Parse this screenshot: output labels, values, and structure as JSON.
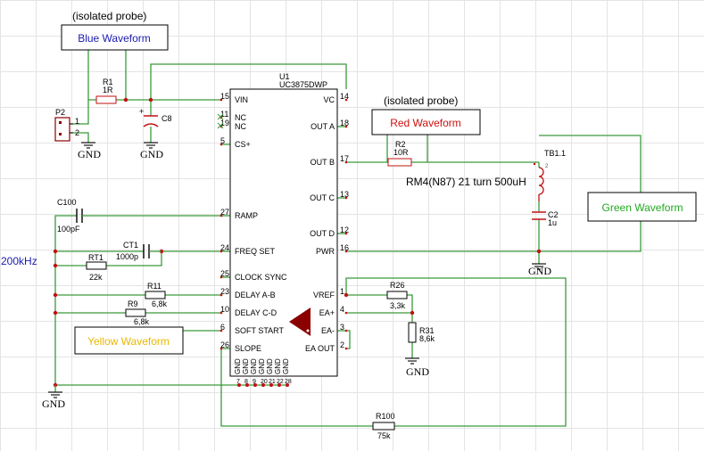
{
  "annotations": {
    "probe1": "(isolated probe)",
    "probe2": "(isolated probe)",
    "freq": "200kHz",
    "transformer": "RM4(N87) 21 turn 500uH"
  },
  "waveforms": {
    "blue": "Blue Waveform",
    "red": "Red Waveform",
    "green": "Green Waveform",
    "yellow": "Yellow Waveform"
  },
  "colors": {
    "wire": "#3a9a3a",
    "blue": "#1a1ab0",
    "red": "#cc1010",
    "green": "#22aa22",
    "yellow": "#e8b800",
    "pin_red": "#c01010",
    "triangle": "#8b0000"
  },
  "chip": {
    "ref": "U1",
    "part": "UC3875DWP",
    "left_pins": [
      {
        "num": "15",
        "name": "VIN"
      },
      {
        "num": "11",
        "name": "NC"
      },
      {
        "num": "19",
        "name": "NC"
      },
      {
        "num": "5",
        "name": "CS+"
      },
      {
        "num": "27",
        "name": "RAMP"
      },
      {
        "num": "24",
        "name": "FREQ SET"
      },
      {
        "num": "25",
        "name": "CLOCK SYNC"
      },
      {
        "num": "23",
        "name": "DELAY A-B"
      },
      {
        "num": "10",
        "name": "DELAY C-D"
      },
      {
        "num": "6",
        "name": "SOFT START"
      },
      {
        "num": "26",
        "name": "SLOPE"
      }
    ],
    "right_pins": [
      {
        "num": "14",
        "name": "VC"
      },
      {
        "num": "18",
        "name": "OUT A"
      },
      {
        "num": "17",
        "name": "OUT B"
      },
      {
        "num": "13",
        "name": "OUT C"
      },
      {
        "num": "12",
        "name": "OUT D"
      },
      {
        "num": "16",
        "name": "PWR"
      },
      {
        "num": "1",
        "name": "VREF"
      },
      {
        "num": "4",
        "name": "EA+"
      },
      {
        "num": "3",
        "name": "EA-"
      },
      {
        "num": "2",
        "name": "EA OUT"
      }
    ],
    "gnd_pins": [
      "7",
      "8",
      "9",
      "20",
      "21",
      "22",
      "28"
    ],
    "gnd_label": "GND"
  },
  "parts": {
    "R1": {
      "ref": "R1",
      "val": "1R"
    },
    "R2": {
      "ref": "R2",
      "val": "10R"
    },
    "C8": {
      "ref": "C8",
      "plus": "+"
    },
    "P2": {
      "ref": "P2",
      "pin1": "1",
      "pin2": "2"
    },
    "C100": {
      "ref": "C100",
      "val": "100pF"
    },
    "CT1": {
      "ref": "CT1",
      "val": "1000p"
    },
    "RT1": {
      "ref": "RT1",
      "val": "22k"
    },
    "R11": {
      "ref": "R11",
      "val": "6,8k"
    },
    "R9": {
      "ref": "R9",
      "val": "6,8k"
    },
    "R26": {
      "ref": "R26",
      "val": "3,3k"
    },
    "R31": {
      "ref": "R31",
      "val": "8,6k"
    },
    "R100": {
      "ref": "R100",
      "val": "75k"
    },
    "C2": {
      "ref": "C2",
      "val": "1u"
    },
    "TB1": {
      "ref": "TB1.1",
      "pin_marks": "2"
    }
  },
  "gnd": {
    "p2": "GND",
    "c8": "GND",
    "tb": "GND",
    "r31": "GND",
    "left": "GND"
  }
}
